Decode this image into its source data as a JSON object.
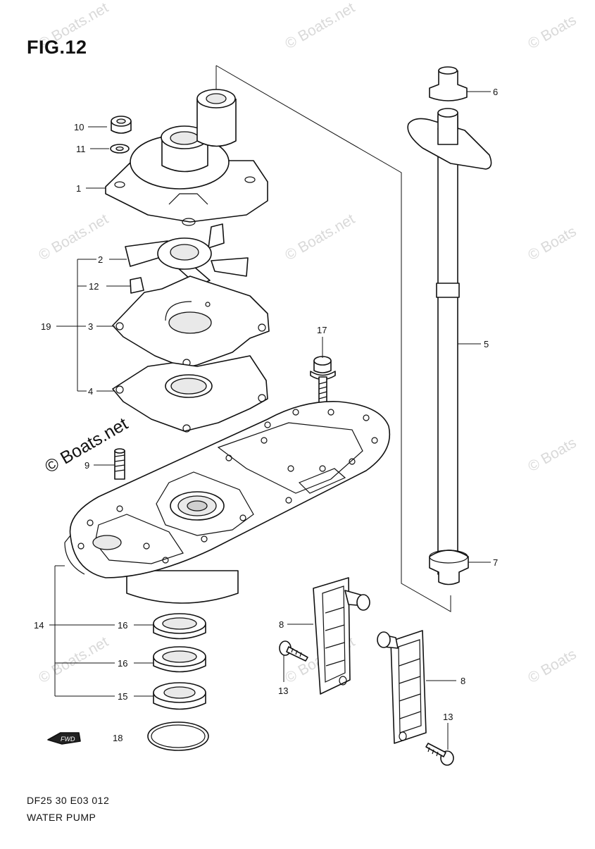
{
  "figure": {
    "title": "FIG.12",
    "footer_code": "DF25 30 E03  012",
    "footer_name": "WATER PUMP"
  },
  "watermark": {
    "text": "© Boats.net",
    "short_text": "© Boats"
  },
  "callouts": {
    "c1": "1",
    "c2": "2",
    "c3": "3",
    "c4": "4",
    "c5": "5",
    "c6": "6",
    "c7": "7",
    "c8a": "8",
    "c8b": "8",
    "c9": "9",
    "c10": "10",
    "c11": "11",
    "c12": "12",
    "c13a": "13",
    "c13b": "13",
    "c14": "14",
    "c15": "15",
    "c16a": "16",
    "c16b": "16",
    "c17": "17",
    "c18": "18",
    "c19": "19"
  },
  "fwd_marker": "FWD"
}
